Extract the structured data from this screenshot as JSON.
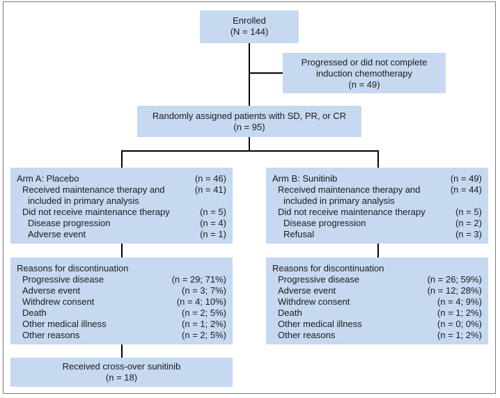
{
  "enrolled": {
    "title": "Enrolled",
    "n": "(N = 144)"
  },
  "excluded": {
    "line1": "Progressed or did not complete",
    "line2": "induction chemotherapy",
    "n": "(n = 49)"
  },
  "randomized": {
    "title": "Randomly assigned patients with SD, PR, or CR",
    "n": "(n = 95)"
  },
  "arm_a": {
    "title": "Arm A: Placebo",
    "title_n": "(n = 46)",
    "received_line1": "Received maintenance therapy and",
    "received_n": "(n = 41)",
    "received_line2": "included in primary analysis",
    "not_received": "Did not receive maintenance therapy",
    "not_received_n": "(n = 5)",
    "reason1": "Disease progression",
    "reason1_n": "(n = 4)",
    "reason2": "Adverse event",
    "reason2_n": "(n = 1)"
  },
  "arm_b": {
    "title": "Arm B: Sunitinib",
    "title_n": "(n = 49)",
    "received_line1": "Received maintenance therapy and",
    "received_n": "(n = 44)",
    "received_line2": "included in primary analysis",
    "not_received": "Did not receive maintenance therapy",
    "not_received_n": "(n = 5)",
    "reason1": "Disease progression",
    "reason1_n": "(n = 2)",
    "reason2": "Refusal",
    "reason2_n": "(n = 3)"
  },
  "discontinuation_a": {
    "title": "Reasons for discontinuation",
    "rows": [
      {
        "label": "Progressive disease",
        "n": "(n = 29; 71%)"
      },
      {
        "label": "Adverse event",
        "n": "(n = 3; 7%)"
      },
      {
        "label": "Withdrew consent",
        "n": "(n = 4; 10%)"
      },
      {
        "label": "Death",
        "n": "(n = 2; 5%)"
      },
      {
        "label": "Other medical illness",
        "n": "(n = 1; 2%)"
      },
      {
        "label": "Other reasons",
        "n": "(n = 2; 5%)"
      }
    ]
  },
  "discontinuation_b": {
    "title": "Reasons for discontinuation",
    "rows": [
      {
        "label": "Progressive disease",
        "n": "(n = 26; 59%)"
      },
      {
        "label": "Adverse event",
        "n": "(n = 12; 28%)"
      },
      {
        "label": "Withdrew consent",
        "n": "(n = 4; 9%)"
      },
      {
        "label": "Death",
        "n": "(n = 1; 2%)"
      },
      {
        "label": "Other medical illness",
        "n": "(n = 0; 0%)"
      },
      {
        "label": "Other reasons",
        "n": "(n = 1; 2%)"
      }
    ]
  },
  "crossover": {
    "title": "Received cross-over sunitinib",
    "n": "(n = 18)"
  }
}
